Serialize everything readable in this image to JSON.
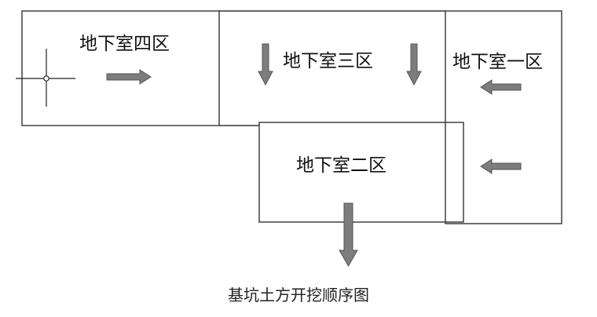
{
  "zones": {
    "zone4": "地下室四区",
    "zone3": "地下室三区",
    "zone1": "地下室一区",
    "zone2": "地下室二区"
  },
  "caption": "基坑土方开挖顺序图",
  "colors": {
    "border": "#333333",
    "arrow": "#7d7d7d",
    "arrow_edge": "#555555"
  }
}
